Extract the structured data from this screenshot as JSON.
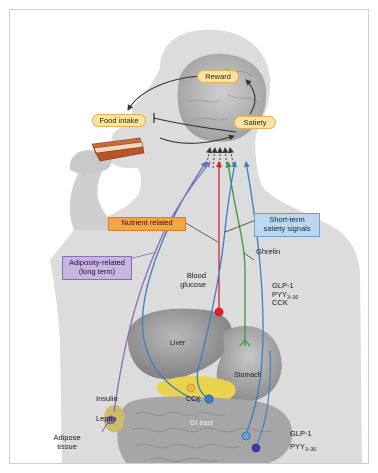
{
  "brain_labels": {
    "reward": "Reward",
    "food_intake": "Food intake",
    "satiety": "Satiety"
  },
  "signal_boxes": {
    "nutrient_related": "Nutrient related",
    "short_term_line1": "Short-term",
    "short_term_line2": "satiety signals",
    "adiposity_line1": "Adiposity-related",
    "adiposity_line2": "(long term)"
  },
  "signals": {
    "ghrelin": "Ghrelin",
    "blood_glucose_line1": "Blood",
    "blood_glucose_line2": "glucose",
    "glp1_upper": "GLP-1",
    "pyy_upper": "PYY",
    "pyy_upper_sub": "3–36",
    "cck_upper": "CCK",
    "insulin": "Insulin",
    "leptin": "Leptin",
    "adipose_line1": "Adipose",
    "adipose_line2": "tissue",
    "glp1_lower": "GLP-1",
    "pyy_lower": "PYY",
    "pyy_lower_sub": "3–36"
  },
  "organs": {
    "liver": "Liver",
    "stomach": "Stomach",
    "cck_gut": "CCK",
    "gi_tract": "GI tract"
  },
  "colors": {
    "nutrient_red": "#d6232a",
    "ghrelin_green": "#2f9e3e",
    "short_term_blue": "#3a7fc4",
    "adiposity_purple": "#8a6db7",
    "body_silhouette": "#d9d9d9",
    "brain": "#bdbdbd"
  }
}
